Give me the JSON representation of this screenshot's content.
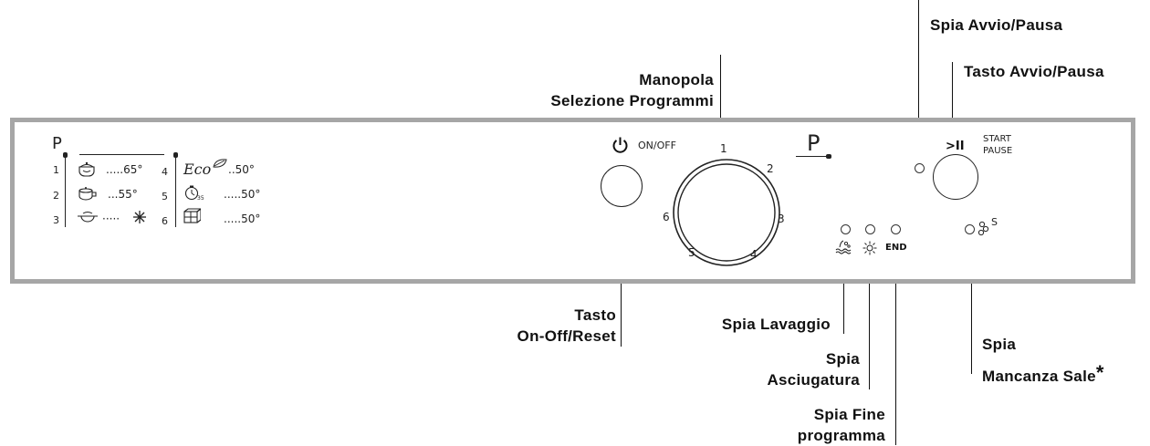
{
  "callouts": {
    "spia_avvio": "Spia Avvio/Pausa",
    "tasto_avvio": "Tasto Avvio/Pausa",
    "manopola_1": "Manopola",
    "manopola_2": "Selezione Programmi",
    "tasto_onoff_1": "Tasto",
    "tasto_onoff_2": "On-Off/Reset",
    "spia_lavaggio": "Spia Lavaggio",
    "spia_asciugatura_1": "Spia",
    "spia_asciugatura_2": "Asciugatura",
    "spia_fine_1": "Spia Fine",
    "spia_fine_2": "programma",
    "spia_sale_1": "Spia",
    "spia_sale_2": "Mancanza Sale",
    "spia_sale_star": "*"
  },
  "panel": {
    "p_label": "P",
    "onoff_label": "ON/OFF",
    "start_label": "START",
    "pause_label": "PAUSE",
    "play_pause_symbol": ">II",
    "end_label": "END",
    "dial_p_label": "P",
    "salt_s": "S"
  },
  "programs": [
    {
      "num": "1",
      "icon": "pot-with-lid-icon",
      "temp": ".....65°"
    },
    {
      "num": "2",
      "icon": "pots-icon",
      "temp": "...55°"
    },
    {
      "num": "3",
      "icon": "glass-bowl-icon",
      "temp": "·····"
    },
    {
      "num": "4",
      "icon": "eco-leaf-icon",
      "eco": "Eco",
      "temp": "..50°"
    },
    {
      "num": "5",
      "icon": "timer-35-icon",
      "sub": "35",
      "temp": ".....50°"
    },
    {
      "num": "6",
      "icon": "half-load-icon",
      "temp": ".....50°"
    }
  ],
  "dial_numbers": [
    "1",
    "2",
    "3",
    "4",
    "5",
    "6"
  ]
}
